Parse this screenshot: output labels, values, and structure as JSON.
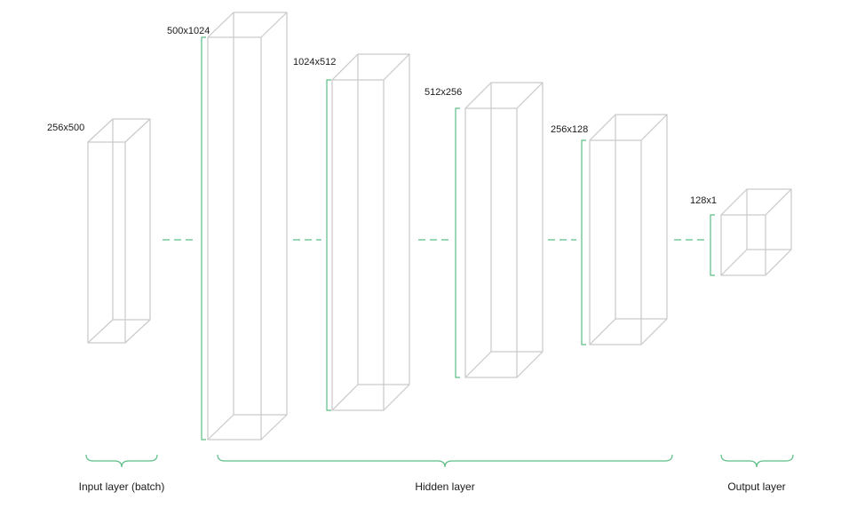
{
  "diagram": {
    "layers": [
      {
        "dims": "256x500"
      },
      {
        "dims": "500x1024"
      },
      {
        "dims": "1024x512"
      },
      {
        "dims": "512x256"
      },
      {
        "dims": "256x128"
      },
      {
        "dims": "128x1"
      }
    ],
    "groups": [
      {
        "label": "Input layer (batch)"
      },
      {
        "label": "Hidden layer"
      },
      {
        "label": "Output layer"
      }
    ]
  },
  "colors": {
    "box_stroke": "#c9c9c9",
    "accent_green": "#5cbd86",
    "text_color": "#1a1a1a"
  }
}
